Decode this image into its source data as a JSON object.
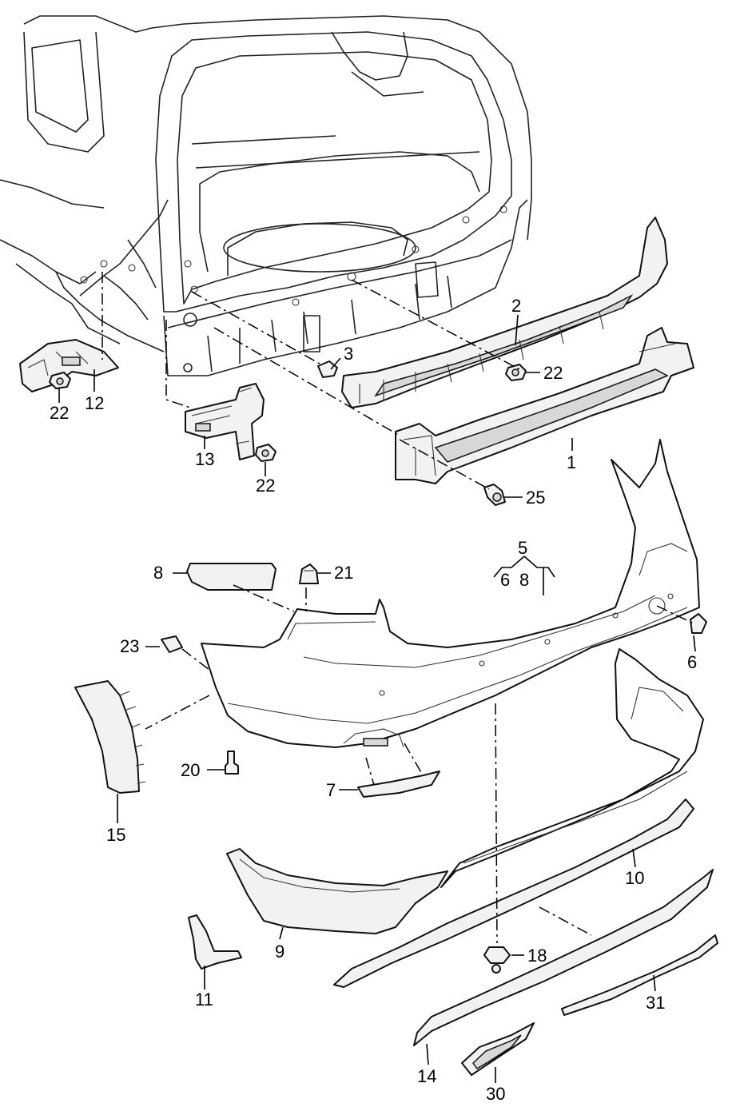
{
  "callouts": {
    "p1": "1",
    "p2": "2",
    "p3": "3",
    "p5": "5",
    "p5a": "6",
    "p5b": "8",
    "p6": "6",
    "p7": "7",
    "p8": "8",
    "p9": "9",
    "p10": "10",
    "p11": "11",
    "p12": "12",
    "p13": "13",
    "p14": "14",
    "p15": "15",
    "p18": "18",
    "p20": "20",
    "p21": "21",
    "p22a": "22",
    "p22b": "22",
    "p22c": "22",
    "p23": "23",
    "p25": "25",
    "p30": "30",
    "p31": "31"
  }
}
